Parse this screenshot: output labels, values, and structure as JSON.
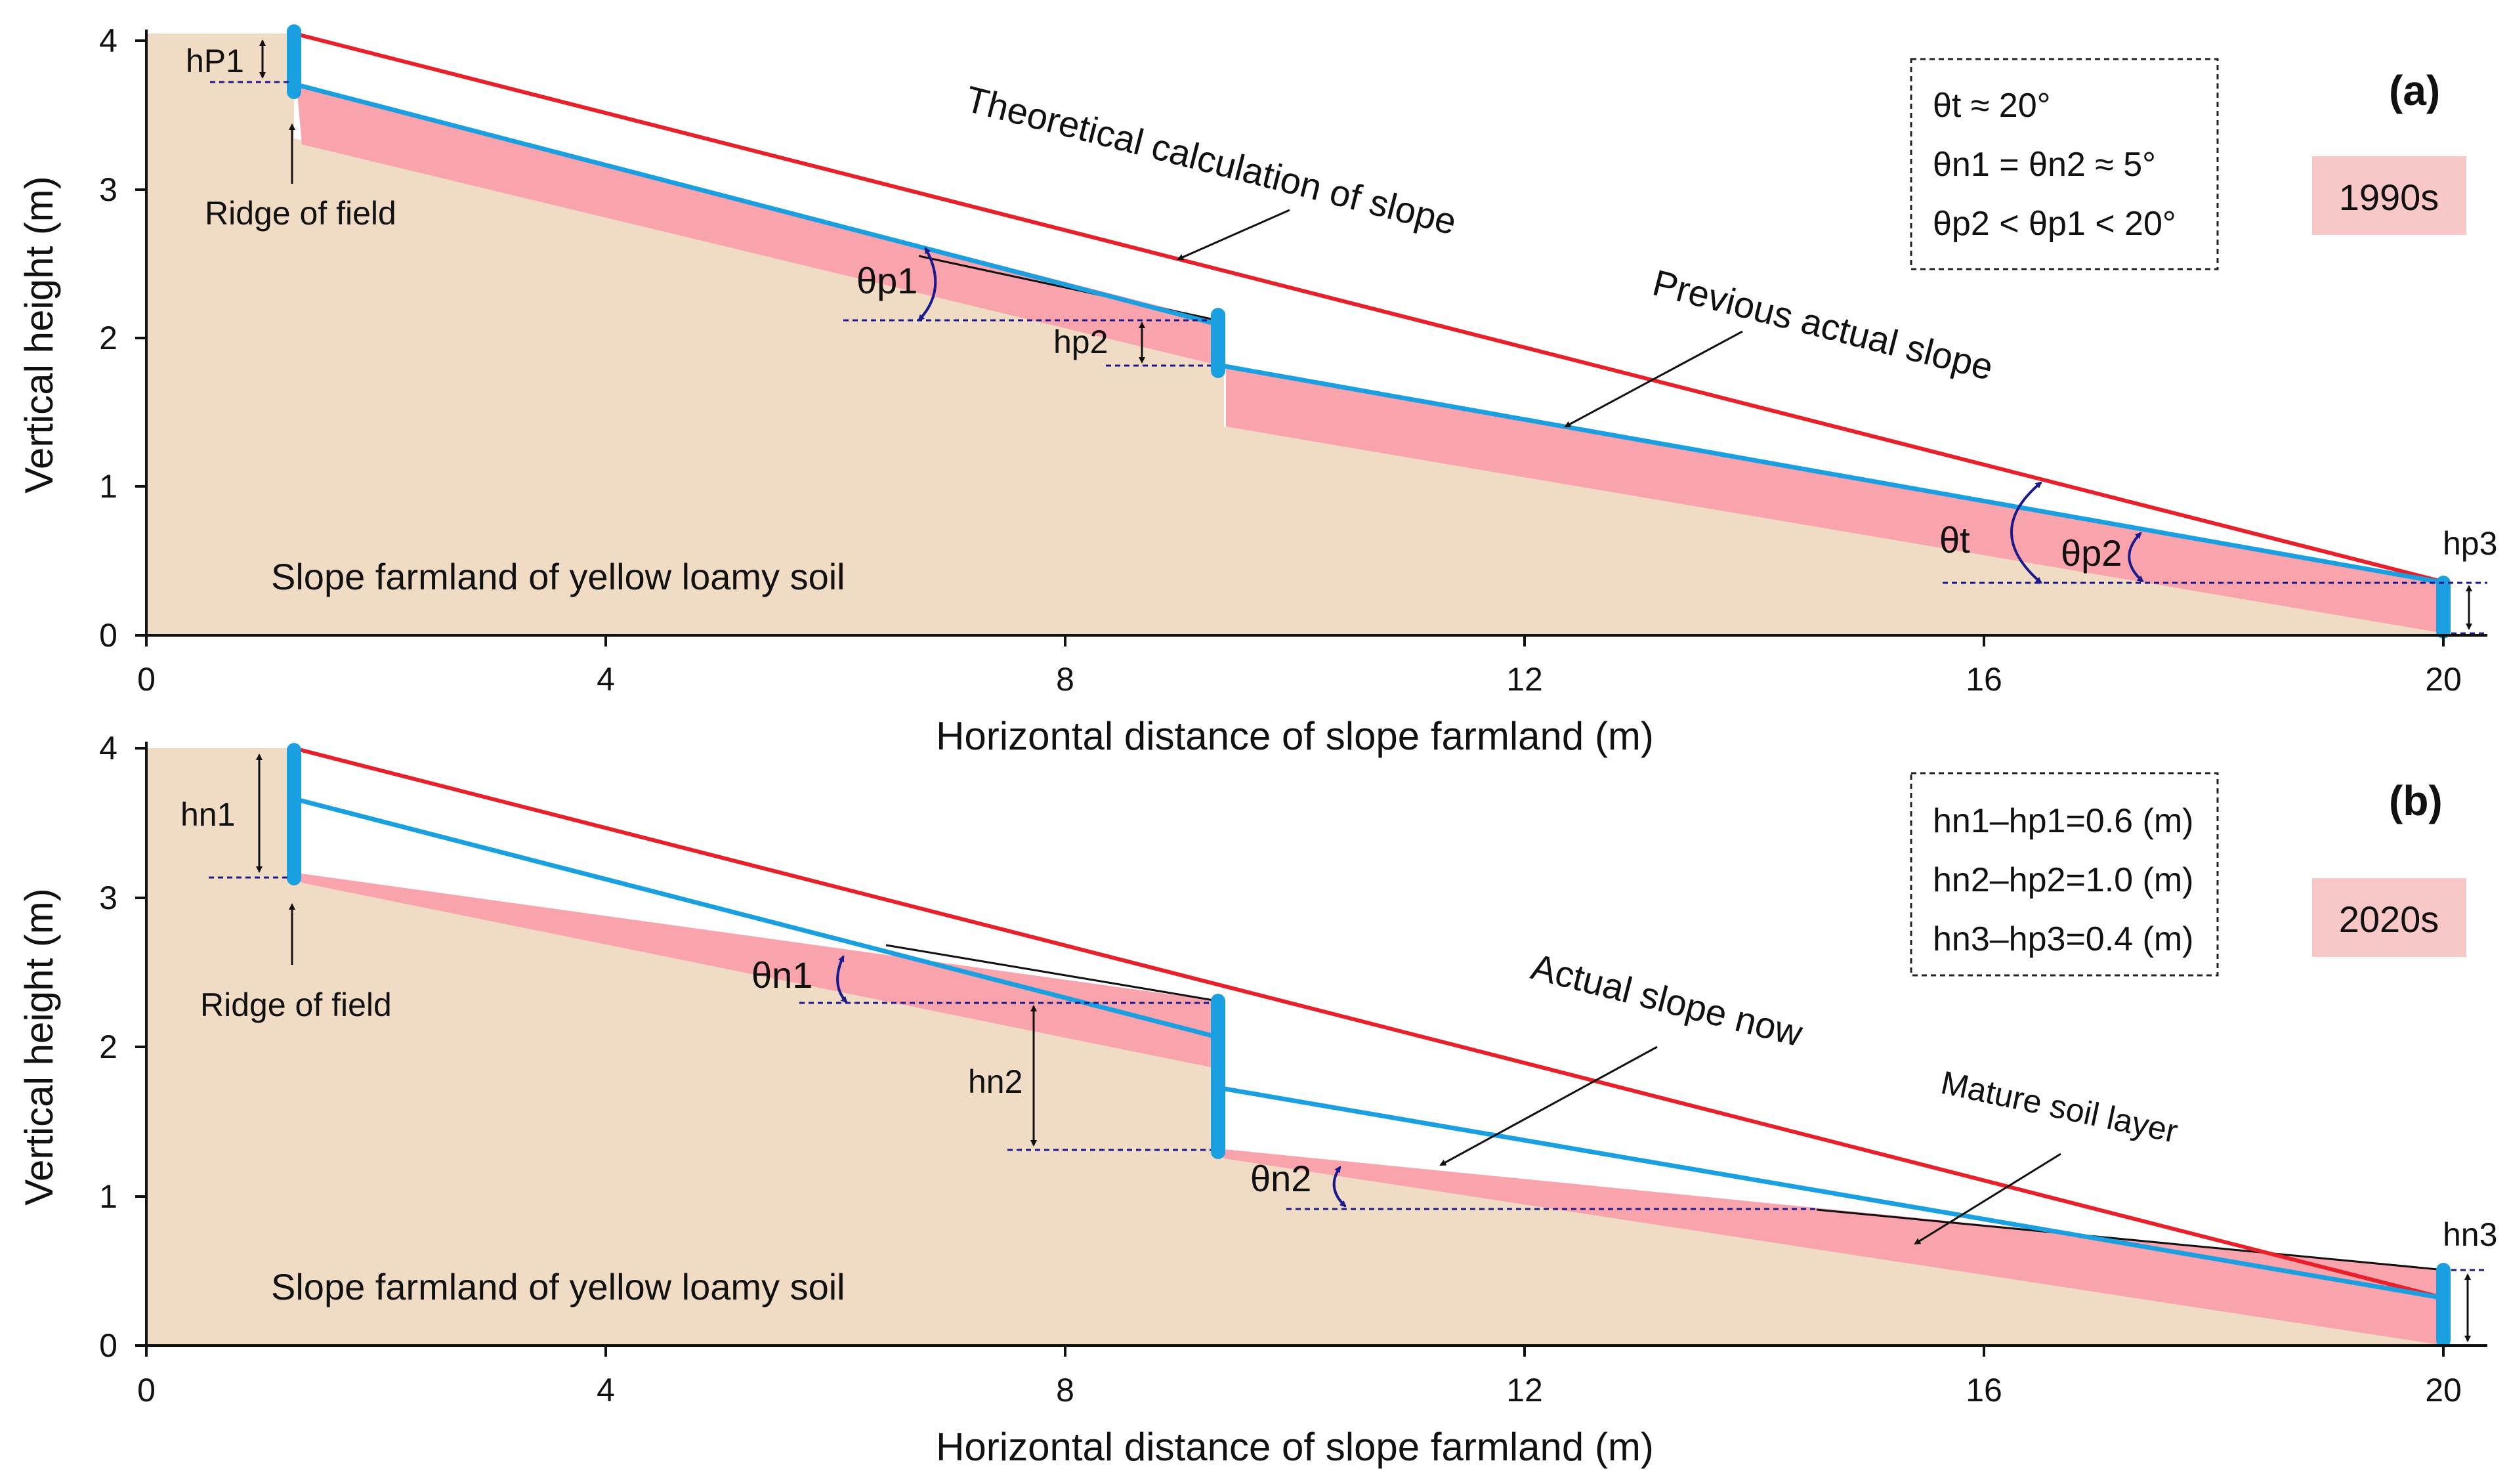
{
  "colors": {
    "soil": "#f0dcc4",
    "mature_layer": "#f9a3ad",
    "theoretical_line": "#e8202a",
    "actual_line": "#1aa0e0",
    "ridge": "#1aa0e0",
    "angle_arc": "#1a1a8c",
    "era_bg": "#f8c7c7"
  },
  "axes": {
    "xlabel": "Horizontal distance of slope farmland (m)",
    "ylabel": "Vertical height (m)",
    "xticks": [
      "0",
      "4",
      "8",
      "12",
      "16",
      "20"
    ],
    "yticks": [
      "0",
      "1",
      "2",
      "3",
      "4"
    ]
  },
  "panel_a": {
    "panel_label": "(a)",
    "era": "1990s",
    "equations": [
      "θt ≈ 20°",
      "θn1 = θn2 ≈ 5°",
      "θp2 < θp1 < 20°"
    ],
    "annotations": {
      "theoretical": "Theoretical calculation of slope",
      "previous": "Previous actual slope",
      "ridge": "Ridge of field",
      "soil": "Slope farmland of yellow loamy soil"
    },
    "height_labels": [
      "hP1",
      "hp2",
      "hp3"
    ],
    "angle_labels": [
      "θp1",
      "θt",
      "θp2"
    ]
  },
  "panel_b": {
    "panel_label": "(b)",
    "era": "2020s",
    "equations": [
      "hn1–hp1=0.6 (m)",
      "hn2–hp2=1.0 (m)",
      "hn3–hp3=0.4 (m)"
    ],
    "annotations": {
      "actual_now": "Actual slope now",
      "mature": "Mature soil layer",
      "ridge": "Ridge of field",
      "soil": "Slope farmland of yellow loamy soil"
    },
    "height_labels": [
      "hn1",
      "hn2",
      "hn3"
    ],
    "angle_labels": [
      "θn1",
      "θn2"
    ]
  }
}
